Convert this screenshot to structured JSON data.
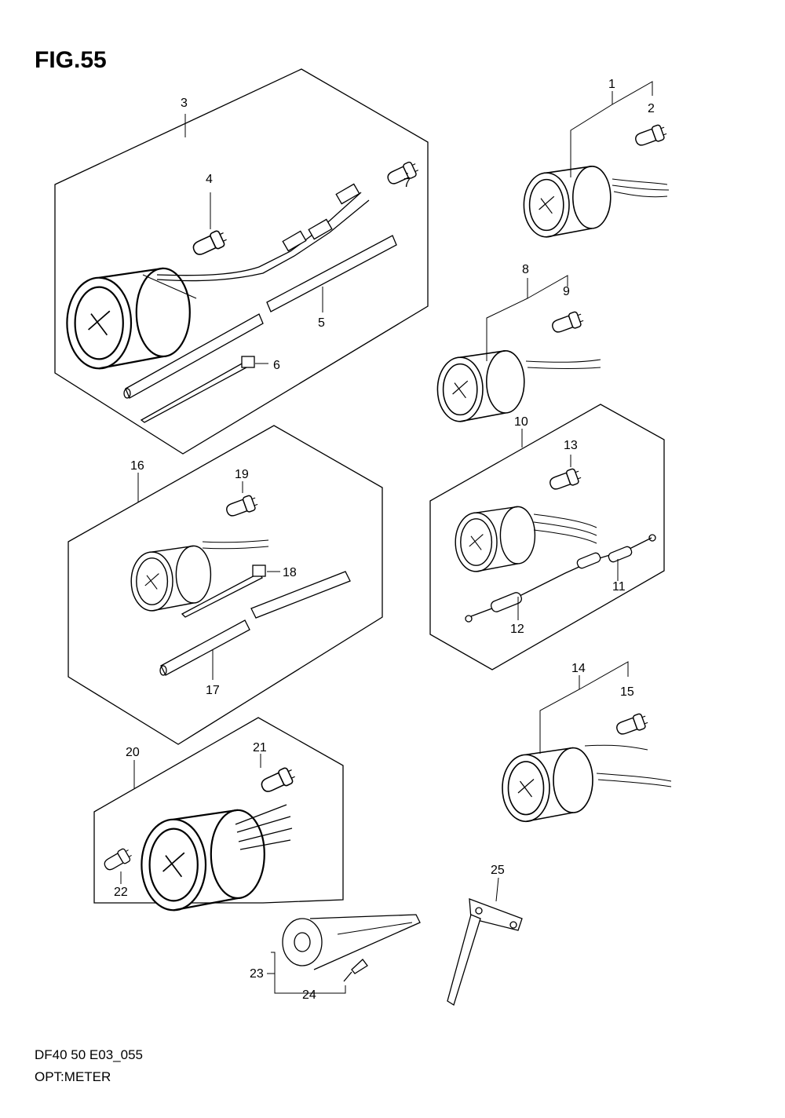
{
  "figure": {
    "title": "FIG.55",
    "model_code": "DF40 50 E03_055",
    "section_name": "OPT:METER"
  },
  "callouts": [
    "1",
    "2",
    "3",
    "4",
    "5",
    "6",
    "7",
    "8",
    "9",
    "10",
    "11",
    "12",
    "13",
    "14",
    "15",
    "16",
    "17",
    "18",
    "19",
    "20",
    "21",
    "22",
    "23",
    "24",
    "25"
  ],
  "icons": {
    "gauge": "round-meter-icon",
    "bulb": "bulb-icon",
    "tube": "hose-icon",
    "tie": "cable-tie-icon",
    "harness": "wire-harness-icon",
    "bracket": "bracket-icon",
    "sender": "sender-icon",
    "screw": "screw-icon"
  }
}
